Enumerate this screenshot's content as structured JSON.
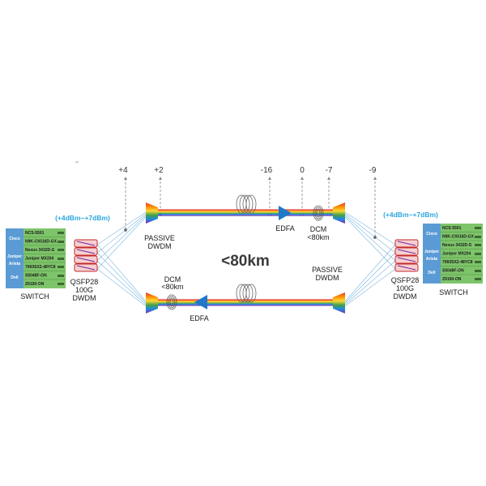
{
  "power_levels": [
    "+4",
    "+2",
    "-16",
    "0",
    "-7",
    "-9"
  ],
  "power_range": "(+4dBm~+7dBm)",
  "distance": "<80km",
  "labels": {
    "passive_dwdm": [
      "PASSIVE",
      "DWDM"
    ],
    "edfa": "EDFA",
    "dcm": [
      "DCM",
      "<80km"
    ],
    "qsfp": [
      "QSFP28",
      "100G",
      "DWDM"
    ],
    "switch": "SWITCH"
  },
  "switch_rows": [
    "NCS-5501",
    "N9K-C9316D-GX",
    "Nexus 3432D-S",
    "Juniper MX204",
    "7060SX2-48YC8",
    "S5048F-ON",
    "Z9100-ON"
  ],
  "vendors": [
    "Cisco",
    "Juniper",
    "Arista",
    "Dell"
  ],
  "colors": {
    "fiber": [
      "#e53935",
      "#fb8c00",
      "#fdd835",
      "#43a047",
      "#1e88e5",
      "#5e35b1"
    ],
    "switch_green": "#7ec46a",
    "switch_blue": "#5b9bd5",
    "edfa_blue": "#1f78c8",
    "link_blue": "#2aa7df"
  }
}
